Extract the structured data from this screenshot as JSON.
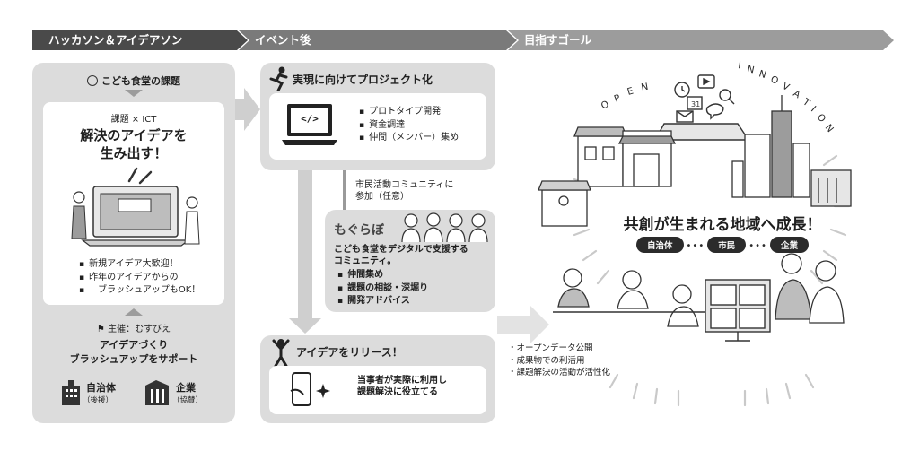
{
  "header": {
    "stage1": "ハッカソン＆アイデアソン",
    "stage2": "イベント後",
    "stage3": "目指すゴール"
  },
  "left": {
    "topic_title": "こども食堂の課題",
    "subtitle": "課題 × ICT",
    "headline_line1": "解決のアイデアを",
    "headline_line2": "生み出す！",
    "bullets": [
      "新規アイデア大歓迎！",
      "昨年のアイデアからの",
      "ブラッシュアップもOK！"
    ],
    "organizer": "主催：むすびえ",
    "support_line1": "アイデアづくり",
    "support_line2": "ブラッシュアップをサポート",
    "sponsor1_name": "自治体",
    "sponsor1_role": "（後援）",
    "sponsor2_name": "企業",
    "sponsor2_role": "（協賛）"
  },
  "middle": {
    "project_title": "実現に向けてプロジェクト化",
    "project_items": [
      "プロトタイプ開発",
      "資金調達",
      "仲間（メンバー）集め"
    ],
    "code_glyph": "</>",
    "community_note_line1": "市民活動コミュニティに",
    "community_note_line2": "参加（任意）",
    "mogurabo_title": "もぐらぼ",
    "mogurabo_desc_line1": "こども食堂をデジタルで支援する",
    "mogurabo_desc_line2": "コミュニティ。",
    "mogurabo_items": [
      "仲間集め",
      "課題の相談・深堀り",
      "開発アドバイス"
    ],
    "release_title": "アイデアをリリース！",
    "release_desc_line1": "当事者が実際に利用し",
    "release_desc_line2": "課題解決に役立てる"
  },
  "right": {
    "arc_open": "OPEN",
    "arc_innovation": "INNOVATION",
    "goal_headline": "共創が生まれる地域へ成長！",
    "stakeholders": [
      "自治体",
      "市民",
      "企業"
    ],
    "outcomes": [
      "オープンデータ公開",
      "成果物での利活用",
      "課題解決の活動が活性化"
    ]
  },
  "colors": {
    "header_dark": "#4a4a4a",
    "header_mid": "#7a7a7a",
    "header_light": "#9c9c9c",
    "panel_gray": "#dcdcdc",
    "arrow_gray": "#cfcfcf"
  }
}
